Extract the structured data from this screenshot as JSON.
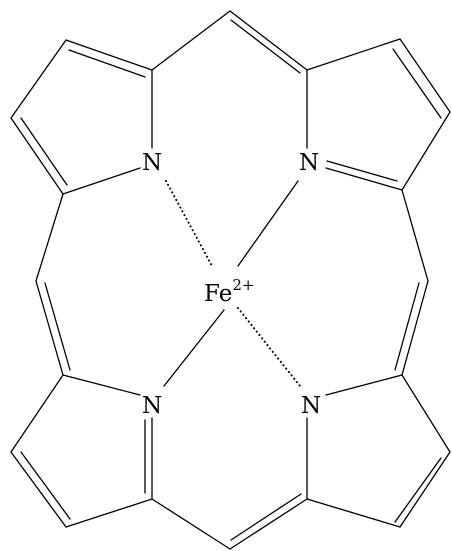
{
  "molecule": {
    "atoms": {
      "n_top_left": "N",
      "n_top_right": "N",
      "n_bottom_left": "N",
      "n_bottom_right": "N",
      "metal_symbol": "Fe",
      "metal_charge": "2+"
    },
    "colors": {
      "bond": "#000000",
      "background": "#ffffff"
    }
  }
}
